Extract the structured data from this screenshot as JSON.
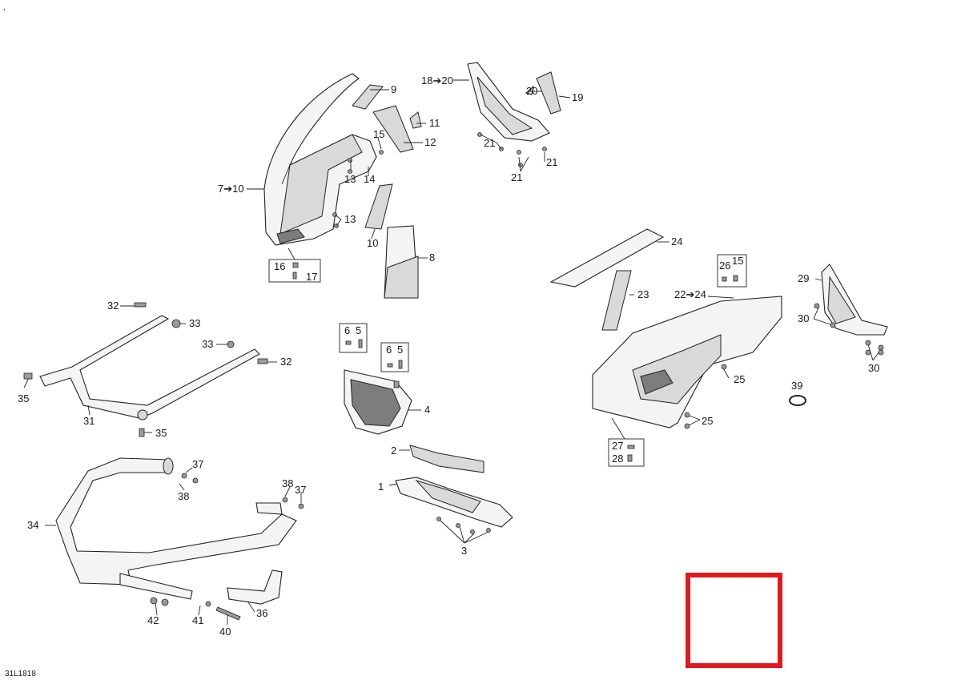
{
  "diagram": {
    "reference_code": "31L1818",
    "corner_mark": ",",
    "highlight_color": "#e0191e",
    "callouts": {
      "c1": "1",
      "c2": "2",
      "c3": "3",
      "c4": "4",
      "c8": "8",
      "c9": "9",
      "c7_10": "7➔10",
      "c10": "10",
      "c11": "11",
      "c12": "12",
      "c13a": "13",
      "c13b": "13",
      "c14": "14",
      "c15a": "15",
      "c16": "16",
      "c17": "17",
      "c18_20": "18➔20",
      "c19": "19",
      "c20": "20",
      "c21a": "21",
      "c21b": "21",
      "c21c": "21",
      "c22_24": "22➔24",
      "c23": "23",
      "c24": "24",
      "c25a": "25",
      "c25b": "25",
      "c26": "26",
      "c15b": "15",
      "c27": "27",
      "c28": "28",
      "c29": "29",
      "c30a": "30",
      "c30b": "30",
      "c31": "31",
      "c32a": "32",
      "c32b": "32",
      "c33a": "33",
      "c33b": "33",
      "c34": "34",
      "c35a": "35",
      "c35b": "35",
      "c36": "36",
      "c37a": "37",
      "c37b": "37",
      "c38a": "38",
      "c38b": "38",
      "c39": "39",
      "c40": "40",
      "c41": "41",
      "c42": "42",
      "c6a": "6",
      "c5a": "5",
      "c6b": "6",
      "c5b": "5"
    }
  }
}
